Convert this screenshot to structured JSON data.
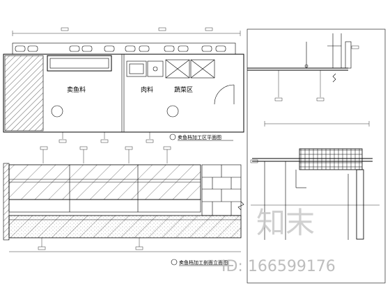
{
  "plan": {
    "labels": {
      "a": "卖鱼料",
      "b": "肉料",
      "c": "蔬菜区"
    },
    "caption": "卖鱼档加工区平面图"
  },
  "elevation": {
    "caption": "卖鱼档加工剖面立面图"
  },
  "watermark": {
    "brand": "知末",
    "id": "ID: 166599176"
  }
}
